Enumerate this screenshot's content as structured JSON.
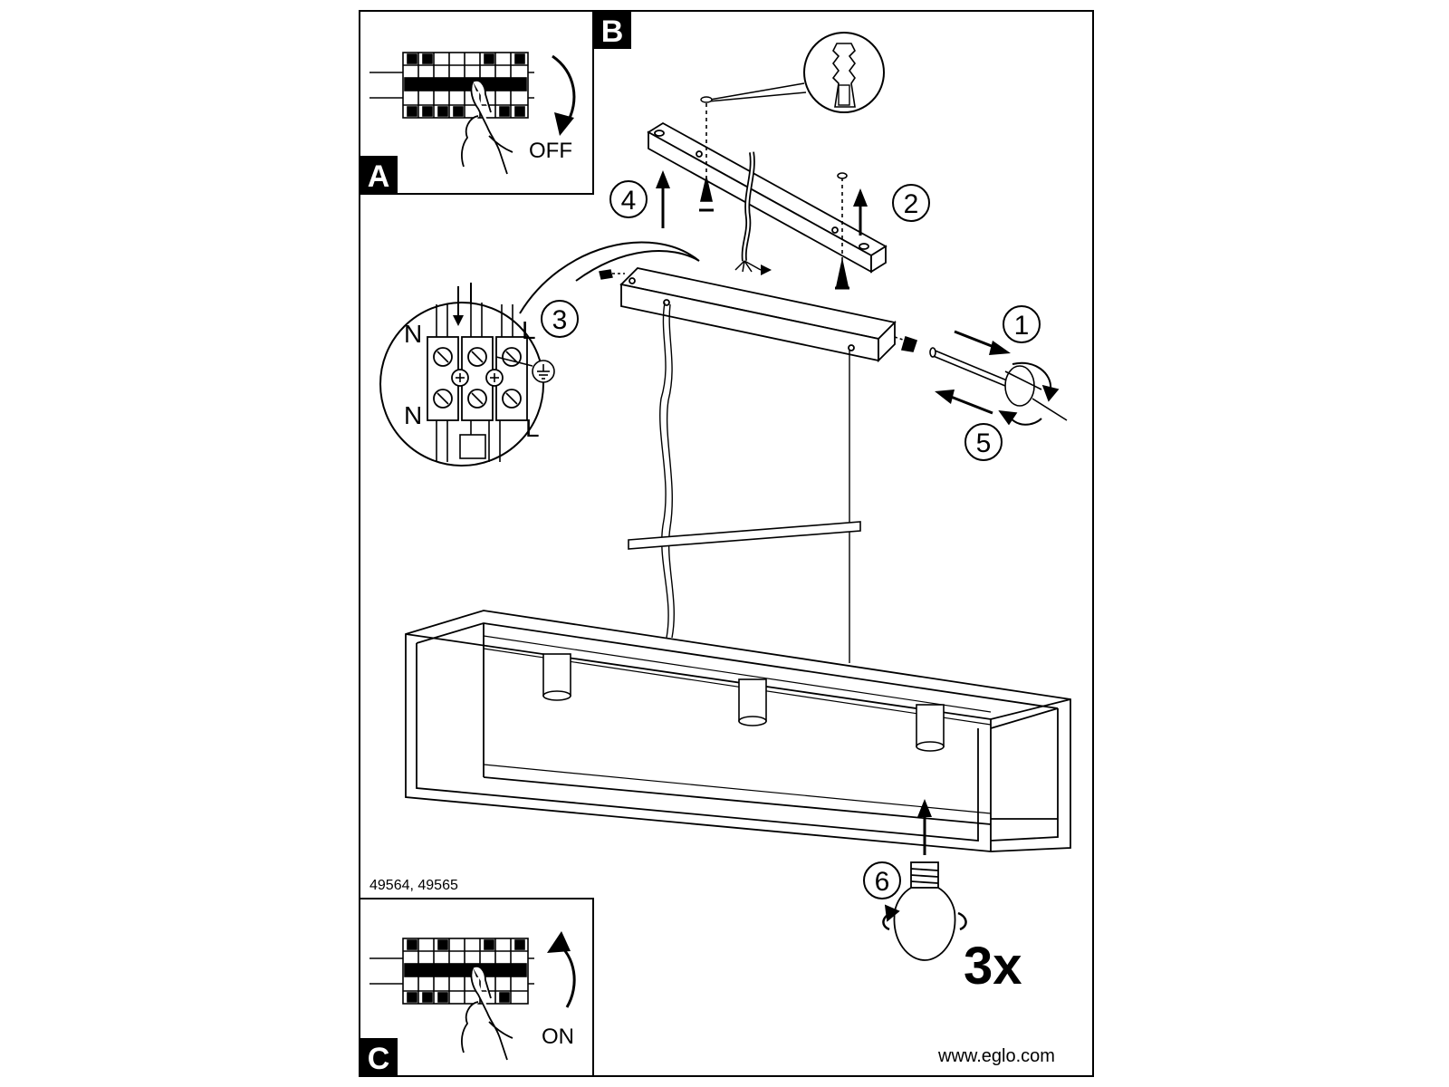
{
  "panels": {
    "a": {
      "letter": "A"
    },
    "b": {
      "letter": "B",
      "instruction": "OFF"
    },
    "c": {
      "letter": "C",
      "instruction": "ON"
    }
  },
  "steps": [
    "1",
    "2",
    "3",
    "4",
    "5",
    "6"
  ],
  "wiring": {
    "neutral_top": "N",
    "neutral_bottom": "N",
    "live_top": "L",
    "live_bottom": "L"
  },
  "model_numbers": "49564, 49565",
  "bulb_quantity": "3x",
  "website": "www.eglo.com"
}
